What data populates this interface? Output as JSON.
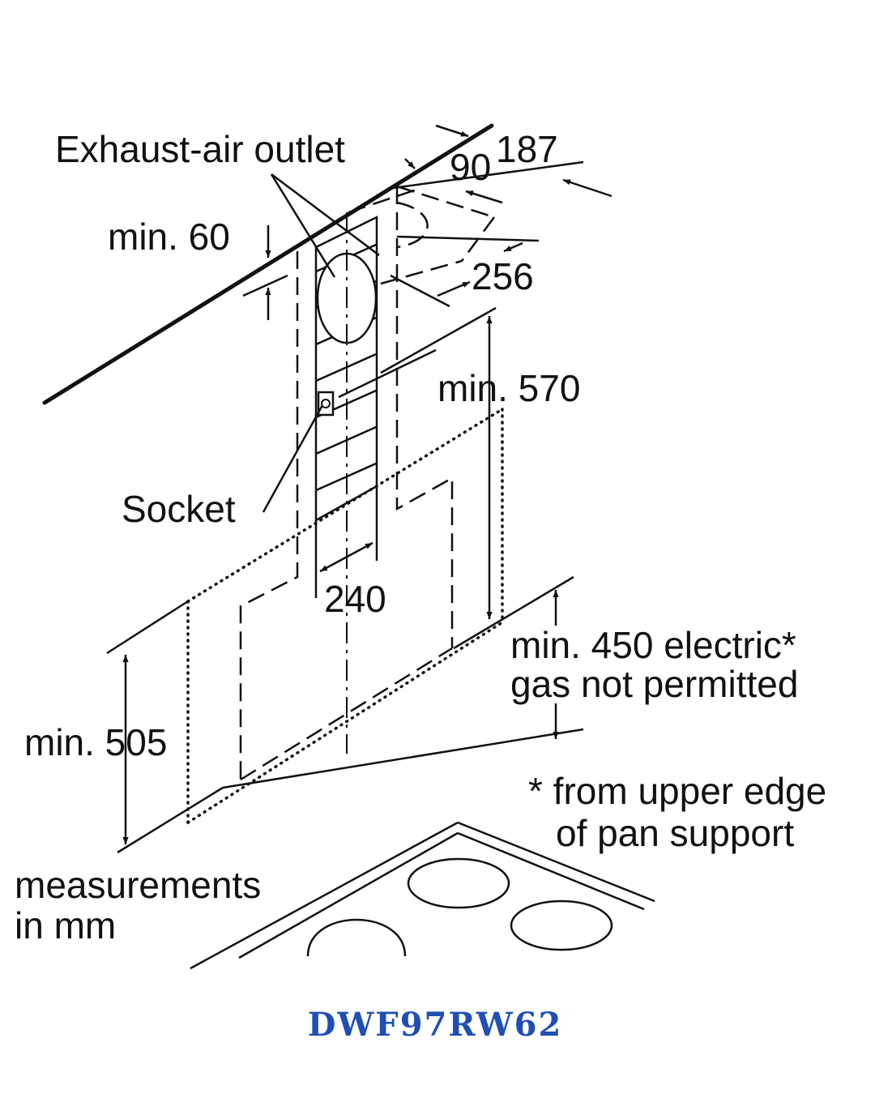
{
  "labels": {
    "exhaust": "Exhaust-air outlet",
    "d187": "187",
    "d90": "90",
    "min60": "min. 60",
    "d256": "256",
    "min570": "min. 570",
    "socket": "Socket",
    "d240": "240",
    "min450_line1": "min. 450 electric*",
    "min450_line2": "gas not permitted",
    "min505": "min. 505",
    "note_line1": "* from upper edge",
    "note_line2": "of pan support",
    "units_line1": "measurements",
    "units_line2": "in mm"
  },
  "model": "DWF97RW62",
  "colors": {
    "line": "#111111",
    "model": "#1f4fb4"
  }
}
